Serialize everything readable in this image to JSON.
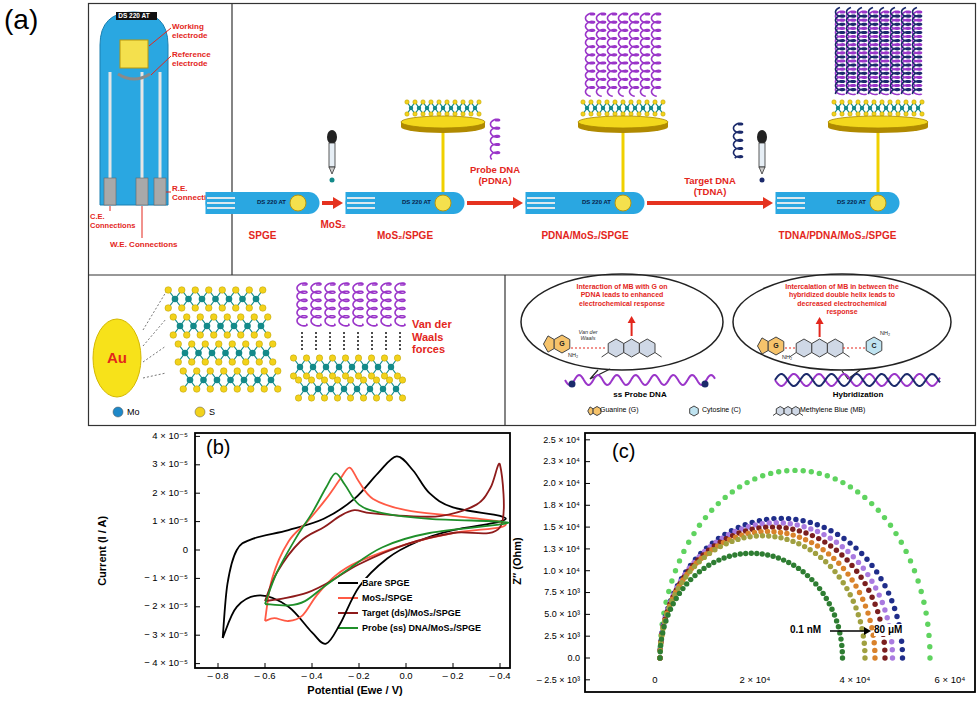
{
  "diagram": {
    "nodes": [
      {
        "text": [
          "DS 220 AT",
          "SPGE"
        ]
      },
      {
        "text": [
          "DS 220 AT",
          "MoS₂/SPGE"
        ]
      },
      {
        "text": [
          "DS 220 AT",
          "PDNA/MoS₂/SPGE"
        ]
      },
      {
        "text": [
          "DS 220 AT",
          "TDNA/PDNA/MoS₂/SPGE"
        ]
      },
      {
        "text": [
          "Au"
        ]
      },
      {
        "text": [
          "Interaction of MB with G on PDNA leads to enhanced electrochemical response"
        ]
      },
      {
        "text": [
          "Intercalation of MB in between the hybridized double helix leads to decreased electrochemical response"
        ]
      }
    ],
    "edges": [
      {
        "from": 0,
        "to": 1,
        "arrow": "to",
        "label": "MoS₂"
      },
      {
        "from": 1,
        "to": 2,
        "arrow": "to",
        "label": "Probe DNA (PDNA)"
      },
      {
        "from": 2,
        "to": 3,
        "arrow": "to",
        "label": "Target DNA (TDNA)"
      }
    ],
    "labels": [
      "(a)",
      "DS 220 AT",
      "Working electrode",
      "Reference electrode",
      "C.E. Connections",
      "R.E. Connections",
      "W.E. Connections",
      "Van der Waals forces",
      "Van der Waals",
      "G",
      "NH₂",
      "G",
      "NH₂",
      "C",
      "NH₂",
      "ss Probe DNA",
      "Hybridization",
      "Guanine (G)",
      "Cytosine (C)",
      "Methylene Blue (MB)",
      "(b)",
      "4 × 10⁻⁵",
      "3 × 10⁻⁵",
      "2 × 10⁻⁵",
      "1 × 10⁻⁵",
      "0",
      "− 1 × 10⁻⁵",
      "− 2 × 10⁻⁵",
      "− 3 × 10⁻⁵",
      "− 4 × 10⁻⁵",
      "– 0.8",
      "– 0.6",
      "– 0.4",
      "– 0.2",
      "0.0",
      "– 0.2",
      "– 0.4",
      "Current (I / A)",
      "Potential (Ewe / V)",
      "(c)",
      "2.5 × 10⁴",
      "2.3 × 10⁴",
      "2.0 × 10⁴",
      "1.8 × 10⁴",
      "1.5 × 10⁴",
      "1.3 × 10⁴",
      "1.0 × 10⁴",
      "7.5 × 10³",
      "5.0 × 10³",
      "2.5 × 10³",
      "0.0",
      "– 2.5 × 10³",
      "0",
      "2 × 10⁴",
      "4 × 10⁴",
      "6 × 10⁴",
      "Z″ (Ohm)",
      "0.1 nM",
      "80 μM"
    ],
    "legend": [
      {
        "text": "Bare SPGE"
      },
      {
        "text": "MoS₂/SPGE"
      },
      {
        "text": "Target (ds)/MoS₂/SPGE"
      },
      {
        "text": "Probe (ss) DNA/MoS₂/SPGE"
      },
      {
        "text": "Mo",
        "color": "#1e88c8"
      },
      {
        "text": "S",
        "color": "#f2d21b"
      }
    ]
  }
}
